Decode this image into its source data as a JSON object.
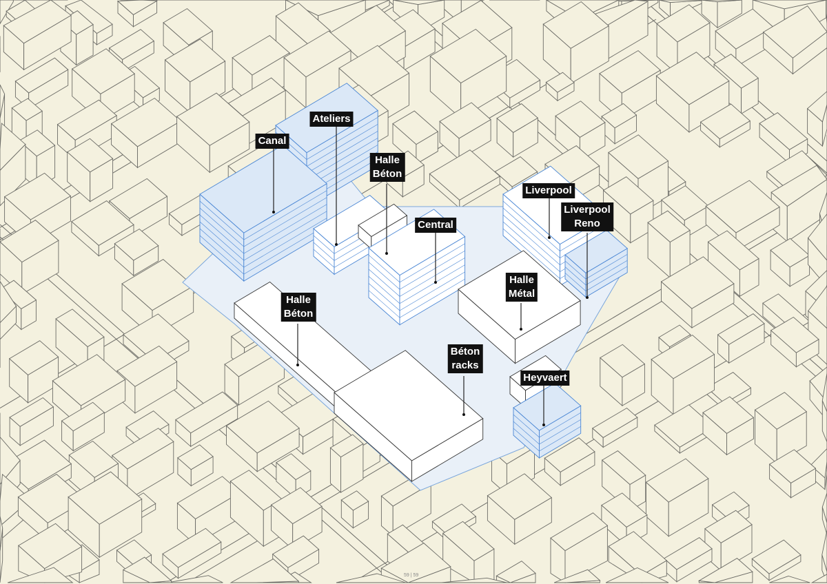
{
  "diagram": {
    "labels": [
      {
        "id": "canal",
        "lines": [
          "Canal"
        ]
      },
      {
        "id": "ateliers",
        "lines": [
          "Ateliers"
        ]
      },
      {
        "id": "halle-beton-north",
        "lines": [
          "Halle",
          "Béton"
        ]
      },
      {
        "id": "central",
        "lines": [
          "Central"
        ]
      },
      {
        "id": "liverpool",
        "lines": [
          "Liverpool"
        ]
      },
      {
        "id": "liverpool-reno",
        "lines": [
          "Liverpool",
          "Reno"
        ]
      },
      {
        "id": "halle-metal",
        "lines": [
          "Halle",
          "Métal"
        ]
      },
      {
        "id": "halle-beton-south",
        "lines": [
          "Halle",
          "Béton"
        ]
      },
      {
        "id": "beton-racks",
        "lines": [
          "Béton",
          "racks"
        ]
      },
      {
        "id": "heyvaert",
        "lines": [
          "Heyvaert"
        ]
      }
    ],
    "page_number": "59 | 59"
  },
  "colors": {
    "background": "#f4f1df",
    "context_stroke": "#6b6b66",
    "project_blue": "#4a86d4",
    "project_fill": "#dbe8f7",
    "existing_fill": "#ffffff",
    "label_bg": "#111111"
  }
}
